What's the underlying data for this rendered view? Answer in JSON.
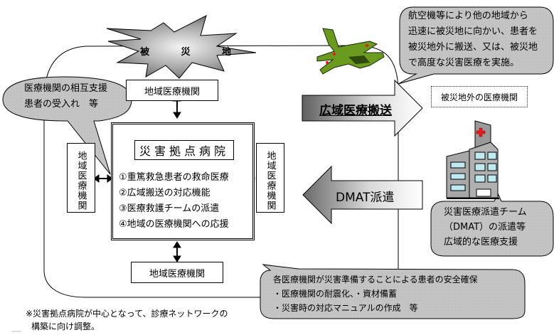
{
  "disaster_zone": {
    "label": "被 災 地"
  },
  "hub": {
    "title": "災害拠点病院",
    "functions": [
      "①重篤救急患者の救命医療",
      "②広域搬送の対応機能",
      "③医療救護チームの派遣",
      "④地域の医療機関への応援"
    ]
  },
  "local_institutions": {
    "top": "地域医療機関",
    "bottom": "地域医療機関",
    "left": "地域医療機関",
    "right": "地域医療機関"
  },
  "callouts": {
    "mutual_support": [
      "医療機関の相互支援",
      "患者の受入れ　等"
    ],
    "air_transport": [
      "航空機等により他の地域から",
      "迅速に被災地に向かい、患者を",
      "被災地外に搬送、又は、被災地",
      "で高度な災害医療を実施。"
    ],
    "dmat": [
      "災害医療派遣チーム",
      "（DMAT）の派遣等",
      "広域的な医療支援"
    ],
    "preparedness": [
      "各医療機関が災害準備することによる患者の安全確保",
      "・医療機関の耐震化、・資材備蓄",
      "・災害時の対応マニュアルの作成　等"
    ]
  },
  "arrows": {
    "wide_area_transport": "広域医療搬送",
    "dmat_dispatch": "DMAT派遣"
  },
  "outside_institution": "被災地外の医療機関",
  "footnote": [
    "※災害拠点病院が中心となって、診療ネットワークの",
    "構築に向け調整。"
  ],
  "colors": {
    "callout_fill": "#c4c4c4",
    "plane_green": "#6a9a1e",
    "cross_red": "#e31b1b",
    "window_blue": "#bfeaf2"
  }
}
